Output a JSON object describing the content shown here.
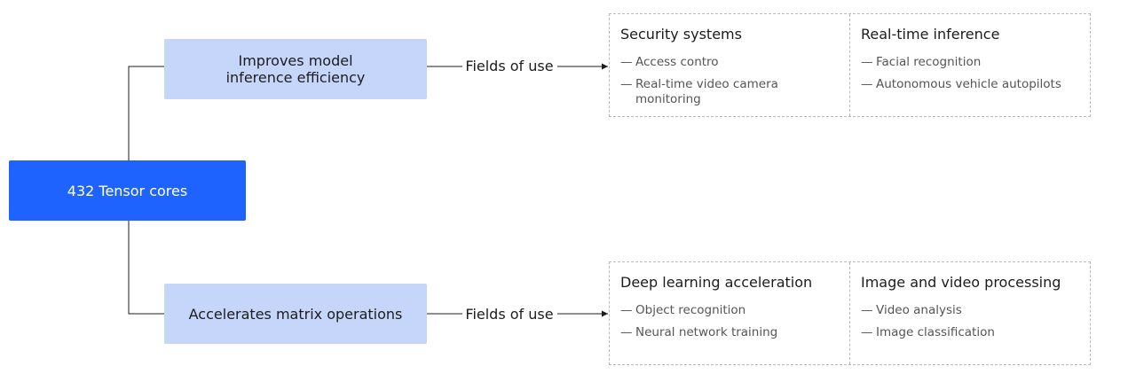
{
  "root": {
    "label": "432 Tensor cores"
  },
  "branches": [
    {
      "label_lines": [
        "Improves model",
        "inference efficiency"
      ],
      "edge_label": "Fields of use",
      "panels": [
        {
          "title": "Security systems",
          "items": [
            "Access contro",
            "Real-time video camera monitoring"
          ]
        },
        {
          "title": "Real-time inference",
          "items": [
            "Facial recognition",
            "Autonomous vehicle autopilots"
          ]
        }
      ]
    },
    {
      "label_lines": [
        "Accelerates matrix operations"
      ],
      "edge_label": "Fields of use",
      "panels": [
        {
          "title": "Deep learning acceleration",
          "items": [
            "Object recognition",
            "Neural network training"
          ]
        },
        {
          "title": "Image and video processing",
          "items": [
            "Video analysis",
            "Image classification"
          ]
        }
      ]
    }
  ],
  "list_marker": "—",
  "colors": {
    "root_fill": "#1f63ff",
    "branch_fill": "#c6d6fb",
    "connector": "#1c1c1c",
    "dashed_border": "#b9b9b9"
  }
}
